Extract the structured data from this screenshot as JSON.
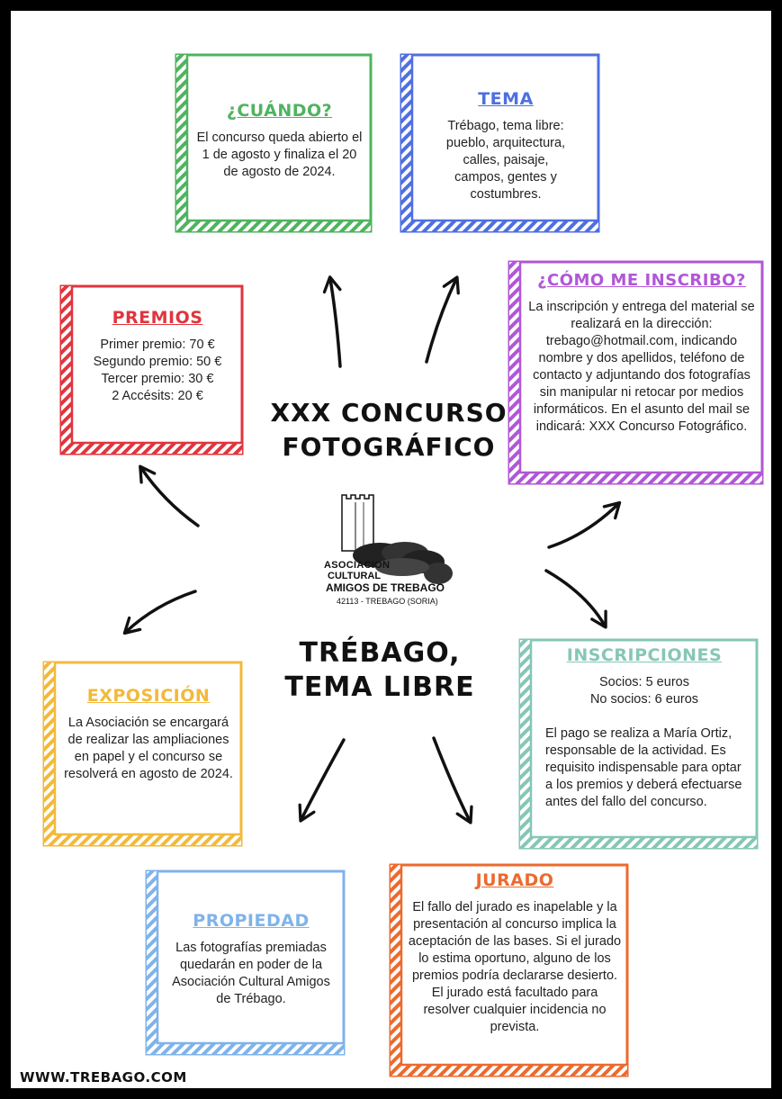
{
  "colors": {
    "green": "#4fb35f",
    "blue": "#4f6fe0",
    "purple": "#b057d6",
    "red": "#e0353e",
    "yellow": "#f2b93b",
    "teal": "#86c6b5",
    "lightblue": "#7fb3ea",
    "orange": "#ec6a2e"
  },
  "boxes": {
    "cuando": {
      "title": "¿CUÁNDO?",
      "text": "El concurso queda abierto el 1 de agosto y finaliza el 20 de agosto de 2024."
    },
    "tema": {
      "title": "TEMA",
      "text": "Trébago, tema libre: pueblo, arquitectura, calles, paisaje, campos, gentes y costumbres."
    },
    "inscribo": {
      "title": "¿CÓMO ME INSCRIBO?",
      "text": "La inscripción y entrega del material se realizará en la dirección: trebago@hotmail.com, indicando nombre y dos apellidos, teléfono de contacto y adjuntando dos fotografías sin manipular ni retocar por medios informáticos. En el asunto del mail se indicará: XXX Concurso Fotográfico."
    },
    "premios": {
      "title": "PREMIOS",
      "line1": "Primer premio: 70 €",
      "line2": "Segundo premio: 50 €",
      "line3": "Tercer premio: 30 €",
      "line4": "2 Accésits: 20 €"
    },
    "exposicion": {
      "title": "EXPOSICIÓN",
      "text": "La Asociación se encargará de realizar las ampliaciones en papel y el concurso se resolverá en agosto de 2024."
    },
    "inscripciones": {
      "title": "INSCRIPCIONES",
      "line1": "Socios: 5 euros",
      "line2": "No socios: 6 euros",
      "text": "El pago se realiza a María Ortiz, responsable de la actividad. Es requisito indispensable para optar a los premios y deberá efectuarse antes del fallo del concurso."
    },
    "propiedad": {
      "title": "PROPIEDAD",
      "text": "Las fotografías premiadas quedarán en poder de la Asociación Cultural Amigos de Trébago."
    },
    "jurado": {
      "title": "JURADO",
      "text": "El fallo del jurado es inapelable y la presentación al concurso implica la aceptación de las bases. Si el jurado lo estima oportuno, alguno de los premios podría declararse desierto. El jurado está facultado para resolver cualquier incidencia no prevista."
    }
  },
  "center": {
    "title_line1": "XXX CONCURSO",
    "title_line2": "FOTOGRÁFICO",
    "subtitle_line1": "TRÉBAGO,",
    "subtitle_line2": "TEMA LIBRE"
  },
  "logo": {
    "line1": "ASOCIACION",
    "line2": "CULTURAL",
    "line3": "AMIGOS DE TREBAGO",
    "line4": "42113 - TREBAGO (SORIA)"
  },
  "footer": "WWW.TREBAGO.COM"
}
